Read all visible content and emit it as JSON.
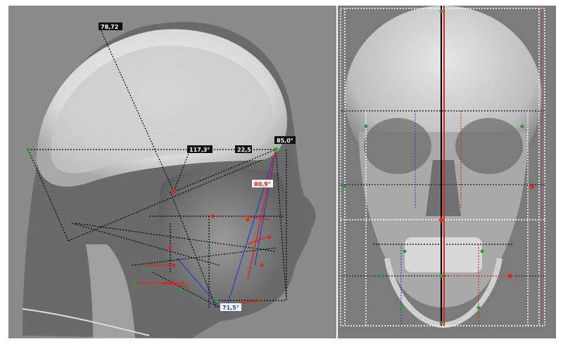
{
  "lateral": {
    "measurements": {
      "m1": "78,72",
      "m2": "117,3°",
      "m3": "22,5",
      "m4": "85,0°",
      "m5": "80,9°",
      "m6": "71,5°"
    },
    "colors": {
      "skull": "#e9e9e9",
      "tissue": "#3a3a3a",
      "accent_red": "#e0251b",
      "accent_blue": "#2440c8",
      "landmark_green": "#2f9a2f"
    }
  },
  "frontal": {
    "colors": {
      "midline_red": "#e0251b",
      "midline_black": "#000000",
      "blue": "#2b4cd0"
    }
  }
}
